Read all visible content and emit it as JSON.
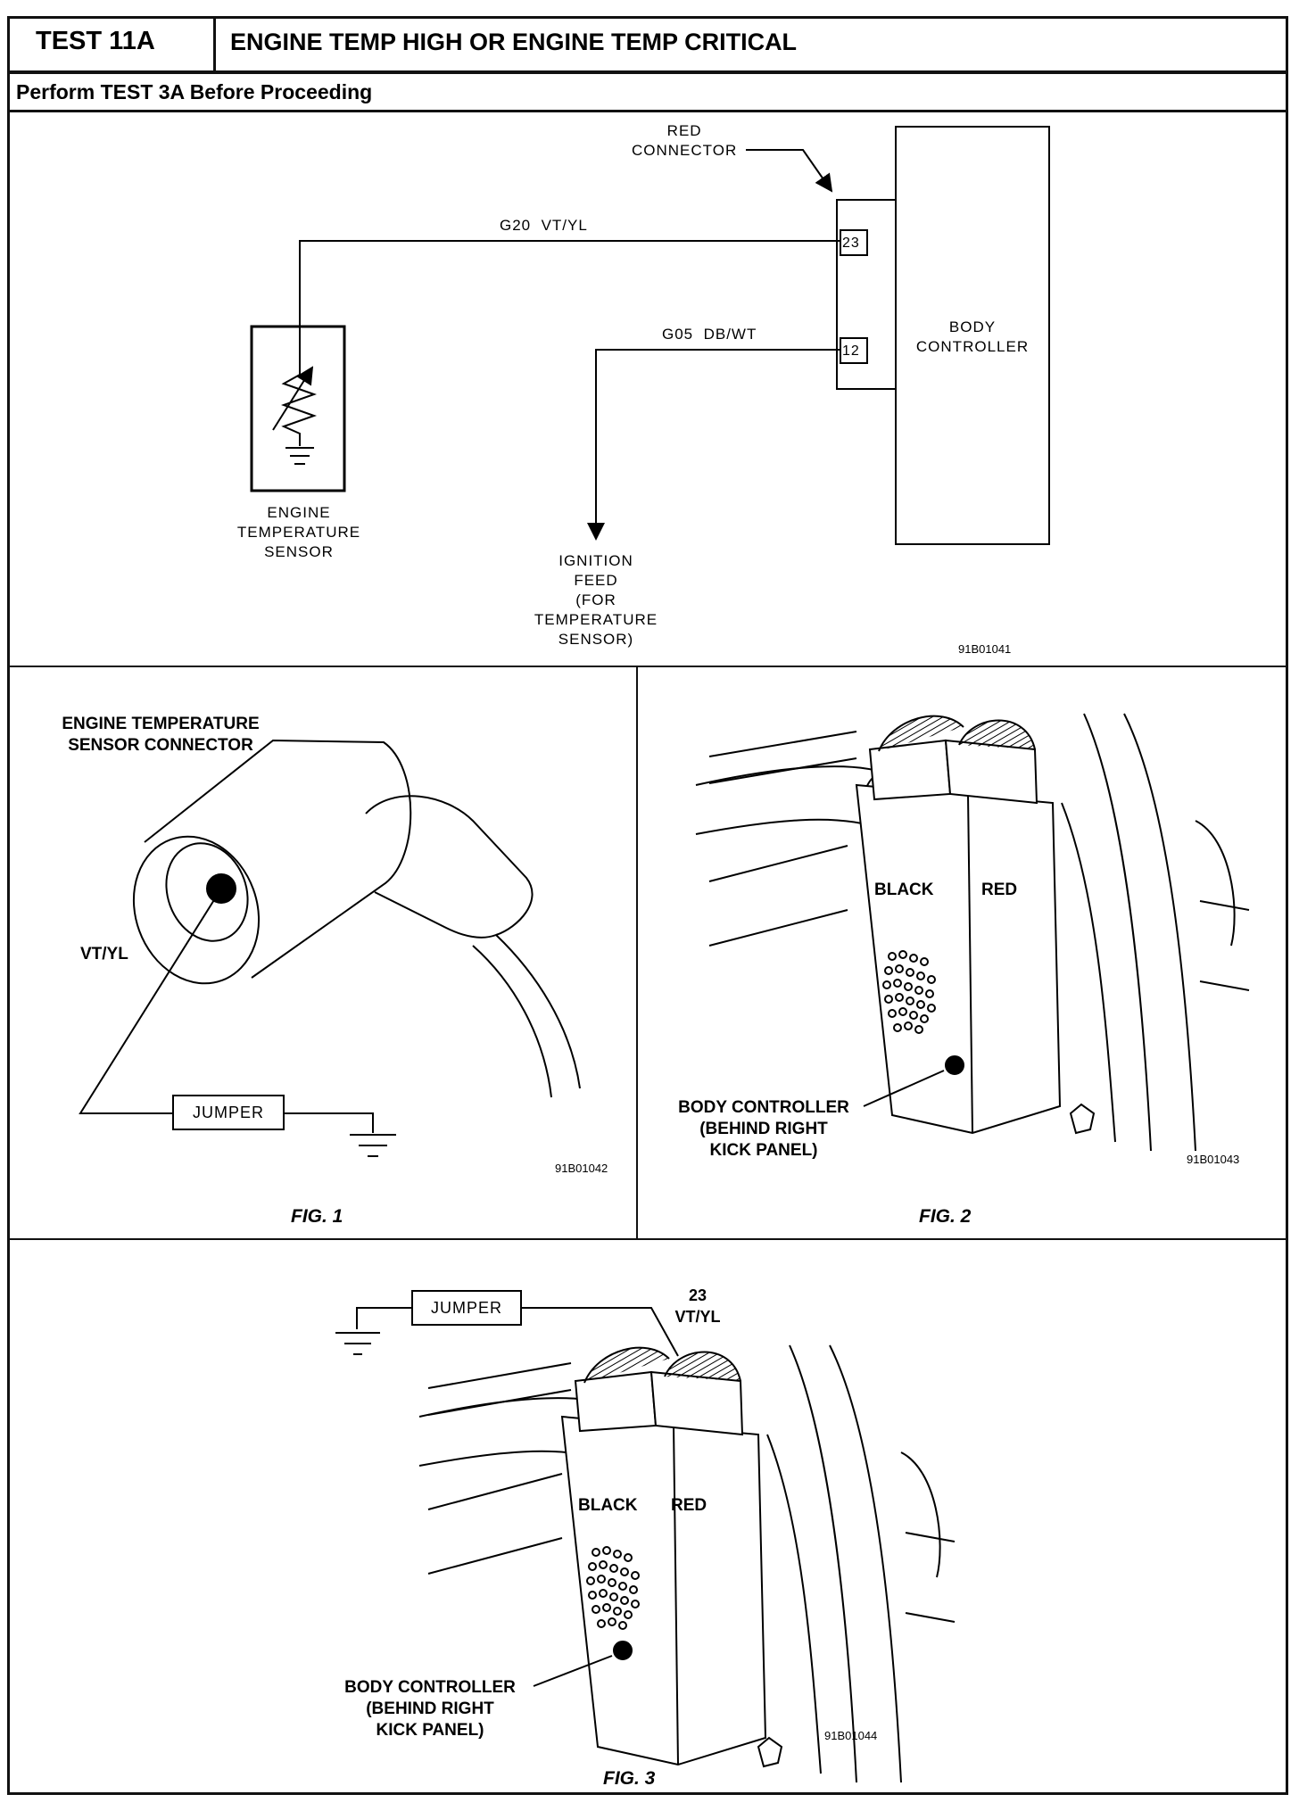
{
  "header": {
    "test_id": "TEST 11A",
    "title": "ENGINE TEMP HIGH OR ENGINE TEMP CRITICAL",
    "prerequisite": "Perform TEST 3A Before Proceeding"
  },
  "schematic": {
    "red_connector_label": "RED\nCONNECTOR",
    "wire_top_label": "G20  VT/YL",
    "wire_bottom_label": "G05  DB/WT",
    "pin_top": "23",
    "pin_bottom": "12",
    "controller_label": "BODY\nCONTROLLER",
    "sensor_label": "ENGINE\nTEMPERATURE\nSENSOR",
    "ignition_label": "IGNITION\nFEED\n(FOR\nTEMPERATURE\nSENSOR)",
    "ref_code": "91B01041"
  },
  "fig1": {
    "title": "ENGINE TEMPERATURE\nSENSOR CONNECTOR",
    "wire_label": "VT/YL",
    "jumper_label": "JUMPER",
    "ref_code": "91B01042",
    "caption": "FIG. 1"
  },
  "fig2": {
    "black_label": "BLACK",
    "red_label": "RED",
    "controller_label": "BODY CONTROLLER\n(BEHIND RIGHT\nKICK PANEL)",
    "ref_code": "91B01043",
    "caption": "FIG. 2"
  },
  "fig3": {
    "jumper_label": "JUMPER",
    "pin_label": "23\nVT/YL",
    "black_label": "BLACK",
    "red_label": "RED",
    "controller_label": "BODY CONTROLLER\n(BEHIND RIGHT\nKICK PANEL)",
    "ref_code": "91B01044",
    "caption": "FIG. 3"
  }
}
